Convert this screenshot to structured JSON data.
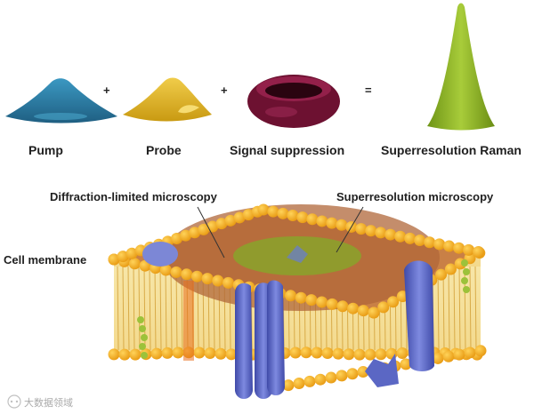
{
  "top_row": {
    "pump": "Pump",
    "probe": "Probe",
    "suppression": "Signal suppression",
    "raman": "Superresolution Raman",
    "plus_1": "+",
    "plus_2": "+",
    "equals": "="
  },
  "membrane": {
    "diffraction_label": "Diffraction-limited microscopy",
    "superres_label": "Superresolution microscopy",
    "cell_label": "Cell membrane"
  },
  "watermark": "大数据领域",
  "colors": {
    "pump": "#2f7fa3",
    "probe": "#e0b327",
    "suppression": "#7d1538",
    "raman": "#8cb323",
    "lipid_head": "#f2a71f",
    "membrane_top": "#c97f48",
    "superres_spot": "#8da02a",
    "protein": "#5b67c4"
  }
}
